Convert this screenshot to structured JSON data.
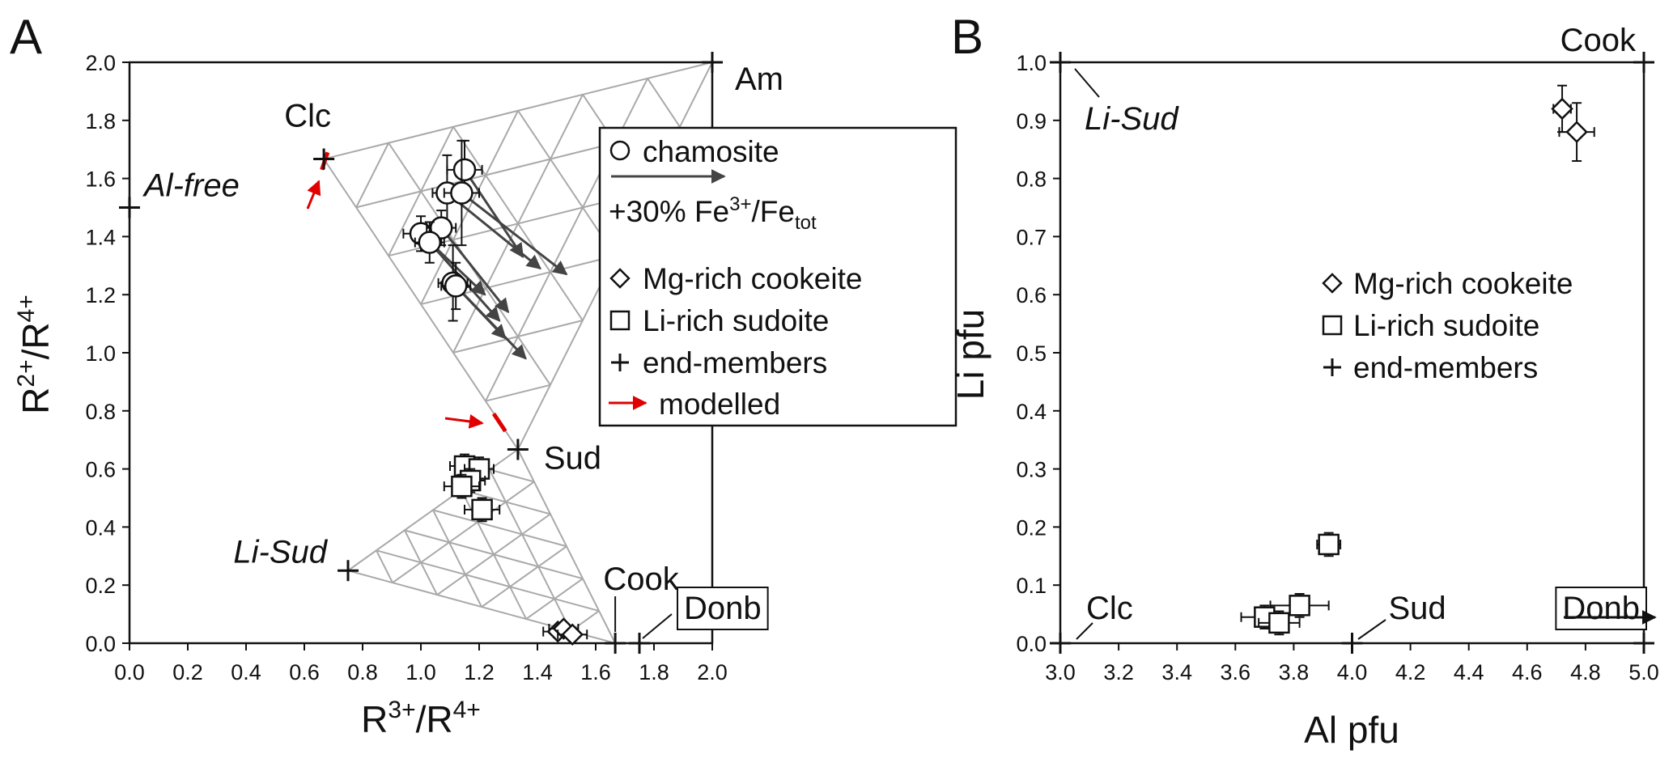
{
  "chart_data": [
    {
      "panel": "A",
      "type": "scatter",
      "xlabel": "R3+/R4+",
      "ylabel": "R2+/R4+",
      "xlim": [
        0.0,
        2.0
      ],
      "ylim": [
        0.0,
        2.0
      ],
      "x_ticks": [
        "0.0",
        "0.2",
        "0.4",
        "0.6",
        "0.8",
        "1.0",
        "1.2",
        "1.4",
        "1.6",
        "1.8",
        "2.0"
      ],
      "y_ticks": [
        "0.0",
        "0.2",
        "0.4",
        "0.6",
        "0.8",
        "1.0",
        "1.2",
        "1.4",
        "1.6",
        "1.8",
        "2.0"
      ],
      "end_members": [
        {
          "label": "Am",
          "x": 2.0,
          "y": 2.0,
          "italic": false
        },
        {
          "label": "Clc",
          "x": 0.667,
          "y": 1.667,
          "italic": false
        },
        {
          "label": "Al-free",
          "x": 0.0,
          "y": 1.5,
          "italic": true
        },
        {
          "label": "Sud",
          "x": 1.333,
          "y": 0.667,
          "italic": false
        },
        {
          "label": "Li-Sud",
          "x": 0.75,
          "y": 0.25,
          "italic": true
        },
        {
          "label": "Cook",
          "x": 1.667,
          "y": 0.0,
          "italic": false
        },
        {
          "label": "Donb",
          "x": 1.75,
          "y": 0.0,
          "italic": false,
          "boxed": true
        }
      ],
      "series": [
        {
          "name": "chamosite",
          "marker": "circle",
          "points": [
            {
              "x": 1.15,
              "y": 1.63,
              "xerr": 0.06,
              "yerr": 0.1,
              "arrow_to": [
                1.35,
                1.33
              ]
            },
            {
              "x": 1.09,
              "y": 1.55,
              "xerr": 0.05,
              "yerr": 0.13,
              "arrow_to": [
                1.41,
                1.29
              ]
            },
            {
              "x": 1.14,
              "y": 1.55,
              "xerr": 0.06,
              "yerr": 0.18,
              "arrow_to": [
                1.5,
                1.27
              ]
            },
            {
              "x": 1.0,
              "y": 1.41,
              "xerr": 0.06,
              "yerr": 0.06,
              "arrow_to": [
                1.22,
                1.2
              ]
            },
            {
              "x": 1.07,
              "y": 1.43,
              "xerr": 0.05,
              "yerr": 0.06,
              "arrow_to": [
                1.3,
                1.14
              ]
            },
            {
              "x": 1.03,
              "y": 1.38,
              "xerr": 0.05,
              "yerr": 0.07,
              "arrow_to": [
                1.27,
                1.11
              ]
            },
            {
              "x": 1.11,
              "y": 1.24,
              "xerr": 0.05,
              "yerr": 0.13,
              "arrow_to": [
                1.29,
                1.05
              ]
            },
            {
              "x": 1.12,
              "y": 1.23,
              "xerr": 0.05,
              "yerr": 0.08,
              "arrow_to": [
                1.36,
                0.98
              ]
            }
          ]
        },
        {
          "name": "Li-rich sudoite",
          "marker": "square",
          "points": [
            {
              "x": 1.15,
              "y": 0.61,
              "xerr": 0.05,
              "yerr": 0.04
            },
            {
              "x": 1.2,
              "y": 0.6,
              "xerr": 0.05,
              "yerr": 0.04
            },
            {
              "x": 1.17,
              "y": 0.56,
              "xerr": 0.05,
              "yerr": 0.04
            },
            {
              "x": 1.14,
              "y": 0.54,
              "xerr": 0.06,
              "yerr": 0.04
            },
            {
              "x": 1.21,
              "y": 0.46,
              "xerr": 0.06,
              "yerr": 0.04
            }
          ]
        },
        {
          "name": "Mg-rich cookeite",
          "marker": "diamond",
          "points": [
            {
              "x": 1.47,
              "y": 0.04,
              "xerr": 0.05,
              "yerr": 0.02
            },
            {
              "x": 1.49,
              "y": 0.05,
              "xerr": 0.05,
              "yerr": 0.02
            },
            {
              "x": 1.52,
              "y": 0.03,
              "xerr": 0.05,
              "yerr": 0.02
            }
          ]
        }
      ],
      "modelled_segments": [
        {
          "from": [
            0.66,
            1.63
          ],
          "to": [
            0.68,
            1.69
          ]
        },
        {
          "from": [
            1.25,
            0.79
          ],
          "to": [
            1.29,
            0.73
          ]
        }
      ],
      "legend": {
        "chamosite": "chamosite",
        "fe3_prefix": "+30% Fe",
        "fe3_sup": "3+",
        "fe3_mid": "/Fe",
        "fe3_sub": "tot",
        "cookeite": "Mg-rich cookeite",
        "sudoite": "Li-rich sudoite",
        "endmembers": "end-members",
        "modelled": "modelled"
      }
    },
    {
      "panel": "B",
      "type": "scatter",
      "xlabel": "Al pfu",
      "ylabel": "Li pfu",
      "xlim": [
        3.0,
        5.0
      ],
      "ylim": [
        0.0,
        1.0
      ],
      "x_ticks": [
        "3.0",
        "3.2",
        "3.4",
        "3.6",
        "3.8",
        "4.0",
        "4.2",
        "4.4",
        "4.6",
        "4.8",
        "5.0"
      ],
      "y_ticks": [
        "0.0",
        "0.1",
        "0.2",
        "0.3",
        "0.4",
        "0.5",
        "0.6",
        "0.7",
        "0.8",
        "0.9",
        "1.0"
      ],
      "end_members": [
        {
          "label": "Cook",
          "x": 5.0,
          "y": 1.0,
          "italic": false
        },
        {
          "label": "Li-Sud",
          "x": 3.0,
          "y": 1.0,
          "italic": true
        },
        {
          "label": "Clc",
          "x": 3.0,
          "y": 0.0,
          "italic": false
        },
        {
          "label": "Sud",
          "x": 4.0,
          "y": 0.0,
          "italic": false
        },
        {
          "label": "Donb",
          "x": 5.0,
          "y": 0.0,
          "italic": false,
          "boxed": true
        }
      ],
      "series": [
        {
          "name": "Mg-rich cookeite",
          "marker": "diamond",
          "points": [
            {
              "x": 4.72,
              "y": 0.92,
              "xerr": 0.03,
              "yerr": 0.04
            },
            {
              "x": 4.77,
              "y": 0.88,
              "xerr": 0.06,
              "yerr": 0.05
            }
          ]
        },
        {
          "name": "Li-rich sudoite",
          "marker": "square",
          "points": [
            {
              "x": 3.92,
              "y": 0.17,
              "xerr": 0.04,
              "yerr": 0.02
            },
            {
              "x": 3.82,
              "y": 0.065,
              "xerr": 0.1,
              "yerr": 0.02
            },
            {
              "x": 3.7,
              "y": 0.045,
              "xerr": 0.08,
              "yerr": 0.02
            },
            {
              "x": 3.75,
              "y": 0.035,
              "xerr": 0.07,
              "yerr": 0.02
            }
          ]
        }
      ],
      "legend": {
        "cookeite": "Mg-rich cookeite",
        "sudoite": "Li-rich sudoite",
        "endmembers": "end-members"
      }
    }
  ]
}
